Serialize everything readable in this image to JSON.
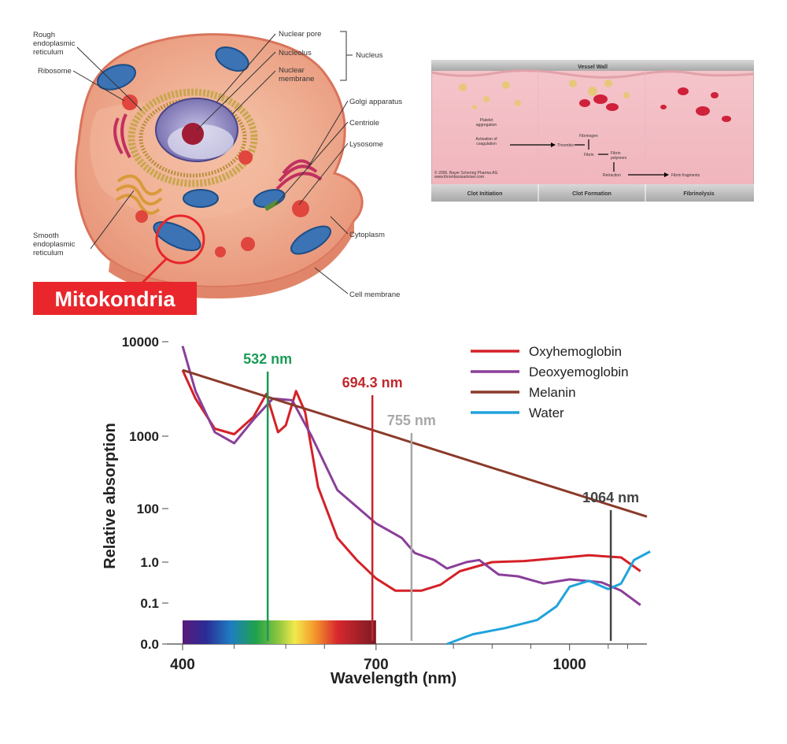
{
  "cell_diagram": {
    "labels": {
      "rough_er": "Rough\nendoplasmic\nreticulum",
      "ribosome": "Ribosome",
      "smooth_er": "Smooth\nendoplasmic\nreticulum",
      "nuclear_pore": "Nuclear pore",
      "nucleolus": "Nucleolus",
      "nuclear_membrane": "Nuclear\nmembrane",
      "nucleus": "Nucleus",
      "golgi": "Golgi apparatus",
      "centriole": "Centriole",
      "lysosome": "Lysosome",
      "cytoplasm": "Cytoplasm",
      "cell_membrane": "Cell membrane"
    },
    "highlight_label": "Mitokondria",
    "highlight_color": "#e8262b"
  },
  "clot_diagram": {
    "header": "Vessel Wall",
    "stages": [
      "Clot Initiation",
      "Clot Formation",
      "Fibrinolysis"
    ],
    "steps": {
      "platelet": "Platelet\naggregation",
      "activation": "Activation of\ncoagulation",
      "thrombin": "Thrombin",
      "fibrinogen": "Fibrinogen",
      "fibrin": "Fibrin",
      "fibrin_polymers": "Fibrin\npolymers",
      "retraction": "Retraction",
      "fibrin_fragments": "Fibrin fragments"
    },
    "copyright": "© 2006, Bayer Schering Pharma AG\nwww.thrombosisadviser.com"
  },
  "chart_data": {
    "type": "line",
    "xlabel": "Wavelength (nm)",
    "ylabel": "Relative absorption",
    "x_ticks": [
      "400",
      "700",
      "1000"
    ],
    "x_tick_values": [
      400,
      700,
      1000
    ],
    "y_ticks": [
      "10000",
      "1000",
      "100",
      "1.0",
      "0.1",
      "0.0"
    ],
    "xlim": [
      390,
      1135
    ],
    "series": [
      {
        "name": "Oxyhemoglobin",
        "color": "#d42127",
        "points": [
          [
            400,
            5000
          ],
          [
            420,
            2500
          ],
          [
            450,
            1200
          ],
          [
            480,
            1050
          ],
          [
            510,
            1600
          ],
          [
            530,
            2800
          ],
          [
            548,
            1100
          ],
          [
            560,
            1300
          ],
          [
            576,
            3000
          ],
          [
            590,
            1800
          ],
          [
            610,
            200
          ],
          [
            640,
            8
          ],
          [
            670,
            1.2
          ],
          [
            700,
            0.4
          ],
          [
            730,
            0.2
          ],
          [
            770,
            0.2
          ],
          [
            800,
            0.28
          ],
          [
            830,
            0.6
          ],
          [
            880,
            1.0
          ],
          [
            930,
            1.1
          ],
          [
            980,
            1.4
          ],
          [
            1030,
            1.8
          ],
          [
            1080,
            1.5
          ],
          [
            1110,
            0.6
          ]
        ]
      },
      {
        "name": "Deoxyemoglobin",
        "color": "#8a3f98",
        "points": [
          [
            400,
            9000
          ],
          [
            420,
            3000
          ],
          [
            450,
            1100
          ],
          [
            480,
            800
          ],
          [
            510,
            1500
          ],
          [
            540,
            2500
          ],
          [
            570,
            2400
          ],
          [
            600,
            1000
          ],
          [
            640,
            180
          ],
          [
            700,
            28
          ],
          [
            740,
            8
          ],
          [
            760,
            2.2
          ],
          [
            790,
            1.2
          ],
          [
            810,
            0.7
          ],
          [
            840,
            1.0
          ],
          [
            860,
            1.2
          ],
          [
            890,
            0.5
          ],
          [
            920,
            0.45
          ],
          [
            960,
            0.3
          ],
          [
            1000,
            0.38
          ],
          [
            1050,
            0.32
          ],
          [
            1080,
            0.2
          ],
          [
            1110,
            0.08
          ]
        ]
      },
      {
        "name": "Melanin",
        "color": "#8b3a2a",
        "points": [
          [
            400,
            5000
          ],
          [
            1120,
            50
          ]
        ]
      },
      {
        "name": "Water",
        "color": "#20a3dc",
        "points": [
          [
            810,
            0.001
          ],
          [
            850,
            0.003
          ],
          [
            900,
            0.006
          ],
          [
            950,
            0.015
          ],
          [
            980,
            0.07
          ],
          [
            1000,
            0.25
          ],
          [
            1030,
            0.35
          ],
          [
            1060,
            0.22
          ],
          [
            1080,
            0.3
          ],
          [
            1100,
            1.2
          ],
          [
            1125,
            2.5
          ]
        ]
      }
    ],
    "wavelength_markers": [
      {
        "label": "532 nm",
        "value": 532,
        "color": "#1a9b57"
      },
      {
        "label": "694.3 nm",
        "value": 694.3,
        "color": "#c0272d"
      },
      {
        "label": "755 nm",
        "value": 755,
        "color": "#a8a8a8"
      },
      {
        "label": "1064 nm",
        "value": 1064,
        "color": "#444444"
      }
    ],
    "spectrum_bar": {
      "from": 400,
      "to": 700
    },
    "legend_position": "top-right"
  }
}
